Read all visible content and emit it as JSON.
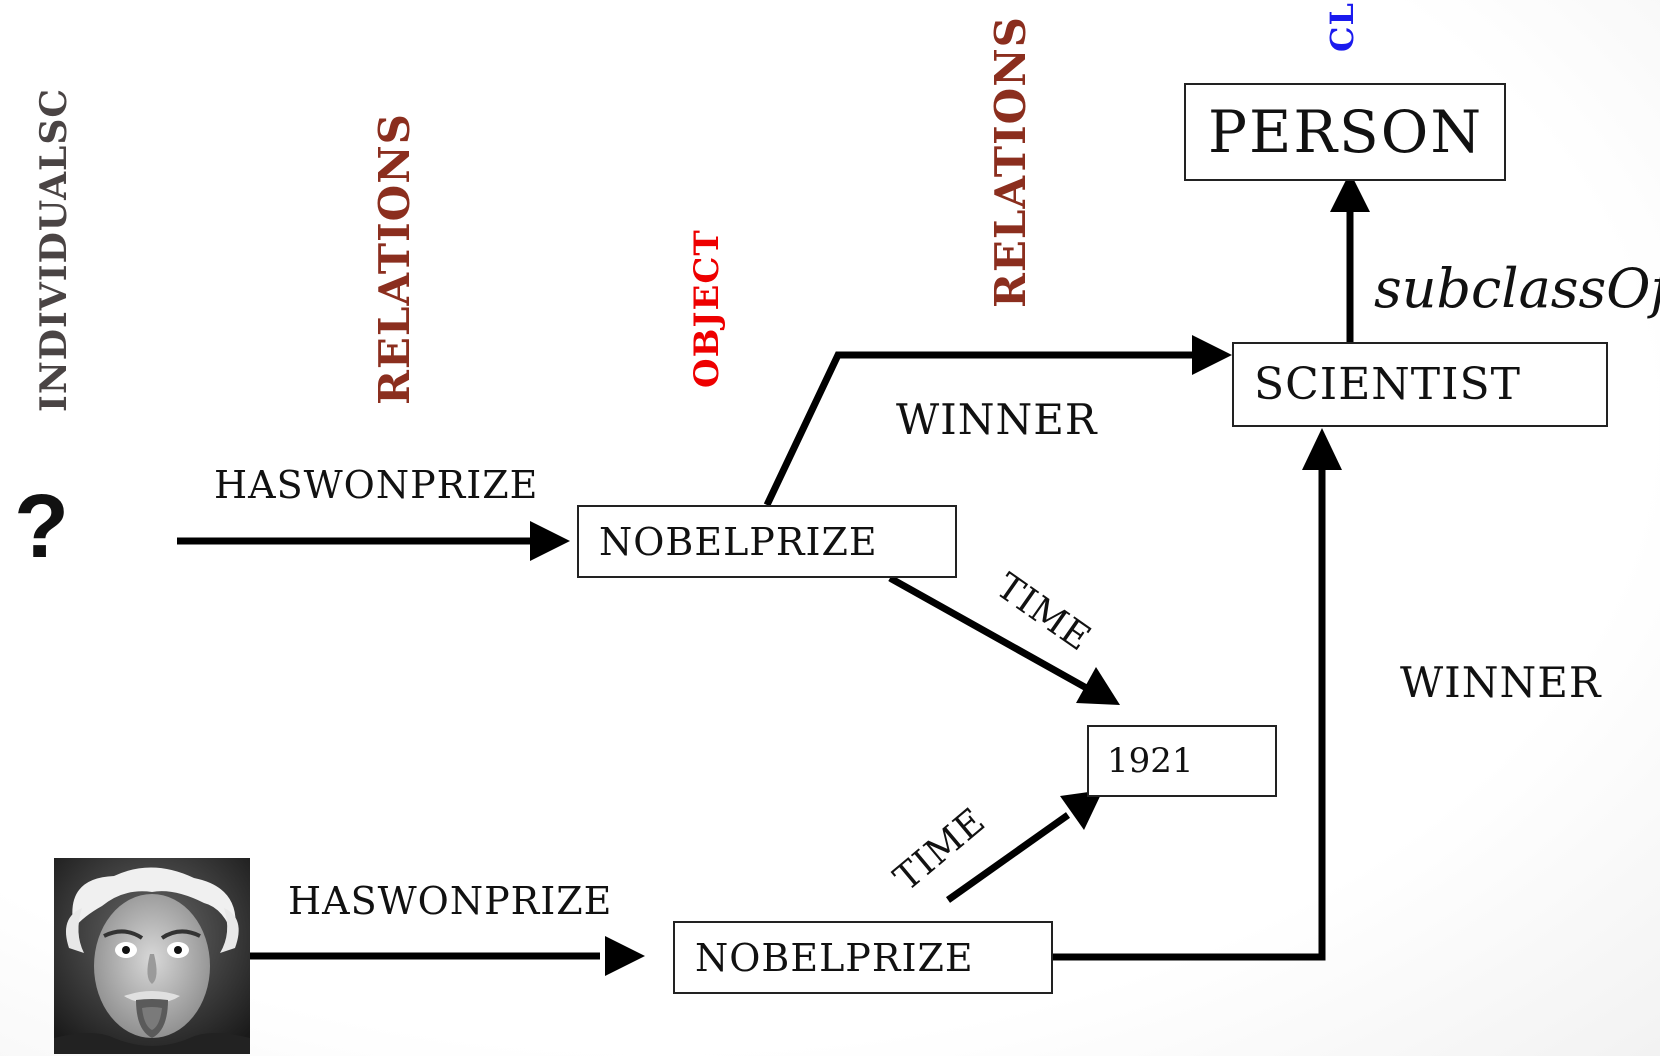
{
  "header_labels": {
    "individuals": "INDIVIDUALSC",
    "relations_left": "RELATIONS",
    "object": "OBJECT",
    "relations_right": "RELATIONS",
    "classes_partial": "CL"
  },
  "nodes": {
    "unknown": "?",
    "nobelprize_top": "NOBELPRIZE",
    "nobelprize_bottom": "NOBELPRIZE",
    "year": "1921",
    "scientist": "SCIENTIST",
    "person": "PERSON"
  },
  "edges": {
    "haswonprize_top": "HASWONPRIZE",
    "haswonprize_bottom": "HASWONPRIZE",
    "winner_top": "WINNER",
    "winner_right": "WINNER",
    "time_top": "TIME",
    "time_bottom": "TIME",
    "subclass": "subclassOf"
  },
  "colors": {
    "individuals": "#4a4444",
    "relations": "#8b2e1e",
    "object": "#ee0000",
    "classes": "#1a1aee",
    "line": "#000000"
  },
  "icons": {
    "portrait": "person-portrait-photo"
  }
}
